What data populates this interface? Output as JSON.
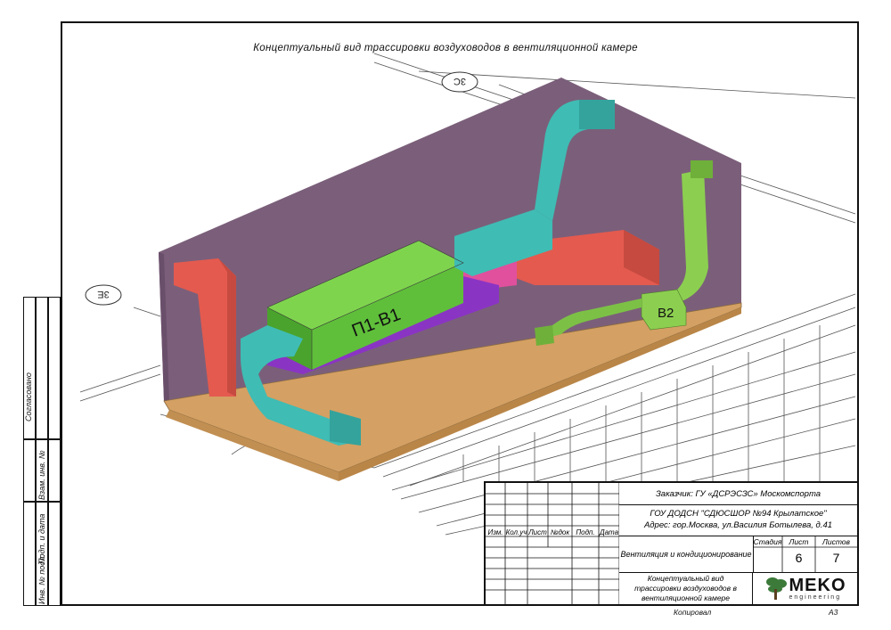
{
  "drawing": {
    "title": "Концептуальный вид трассировки воздуховодов в вентиляционной камере",
    "axis_labels": [
      "3С",
      "3Е"
    ],
    "unit_labels": [
      "П1-В1",
      "В2"
    ]
  },
  "title_block": {
    "customer": "Заказчик: ГУ «ДСРЭСЗС» Москомспорта",
    "object_line1": "ГОУ ДОДСН \"СДЮСШОР №94 Крылатское\"",
    "object_line2": "Адрес: гор.Москва, ул.Василия Ботылева, д.41",
    "columns": [
      "Изм.",
      "Кол.уч",
      "Лист",
      "№док",
      "Подп.",
      "Дата"
    ],
    "section": "Вентиляция и кондиционирование",
    "stage_label": "Стадия",
    "sheet_label": "Лист",
    "sheets_label": "Листов",
    "stage_value": "",
    "sheet_value": "6",
    "sheets_value": "7",
    "sheet_title": "Концептуальный вид трассировки воздуховодов в вентиляционной камере",
    "company": "MEKO",
    "company_sub": "engineering",
    "copied": "Копировал",
    "format": "А3"
  },
  "side_stamp": {
    "agreed": "Согласовано",
    "labels": [
      "Взам. инв. №",
      "Подп. и дата",
      "Инв. № подл."
    ]
  },
  "colors": {
    "wall": "#7b5f7a",
    "floor": "#d4a063",
    "supply_duct": "#3fbcb4",
    "unit_top": "#7fd44e",
    "exhaust_duct": "#e45a4f",
    "purple_duct": "#8a34c4",
    "green_duct": "#8ccf50"
  }
}
